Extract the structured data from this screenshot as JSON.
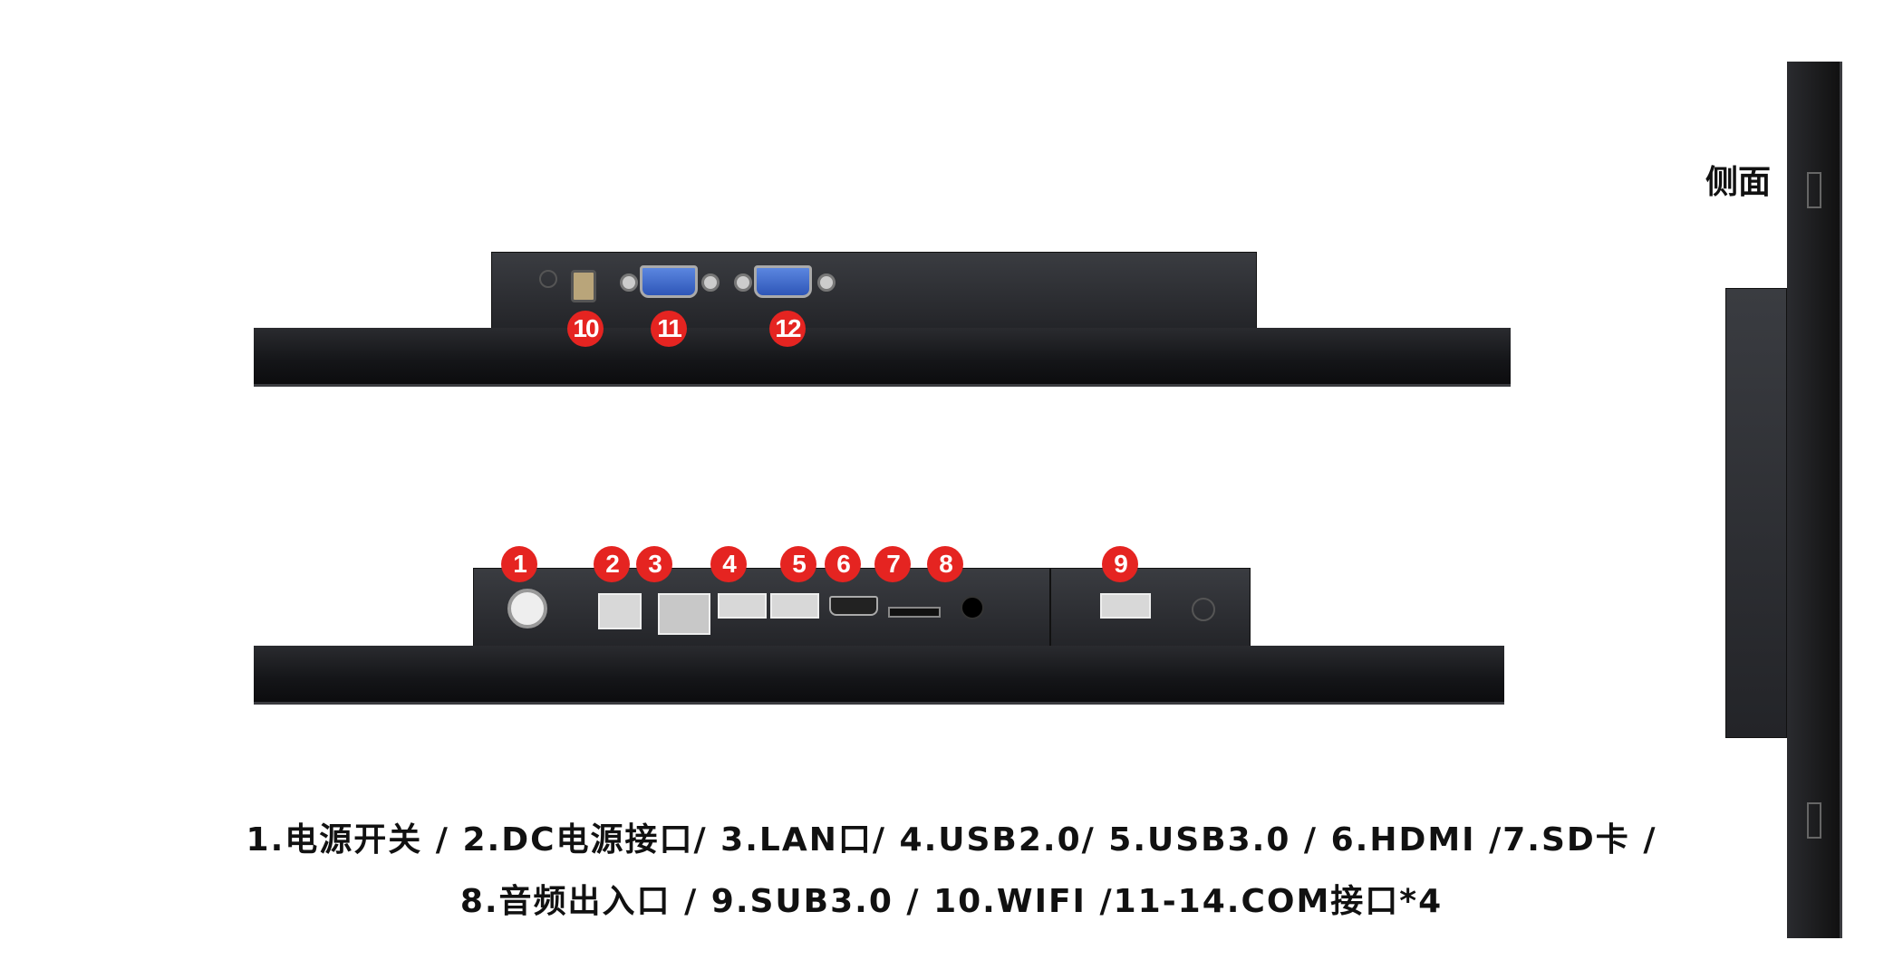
{
  "side_label": "侧面",
  "badges_top": [
    "10",
    "11",
    "12"
  ],
  "badges_bottom": [
    "1",
    "2",
    "3",
    "4",
    "5",
    "6",
    "7",
    "8",
    "9"
  ],
  "caption": {
    "line1": "1.电源开关 / 2.DC电源接口/ 3.LAN口/ 4.USB2.0/ 5.USB3.0 /  6.HDMI /7.SD卡 /",
    "line2": "8.音频出入口 / 9.SUB3.0 / 10.WIFI /11-14.COM接口*4"
  },
  "colors": {
    "badge": "#e52421",
    "chassis": "#1a1b1e",
    "vga": "#3e68c8"
  }
}
